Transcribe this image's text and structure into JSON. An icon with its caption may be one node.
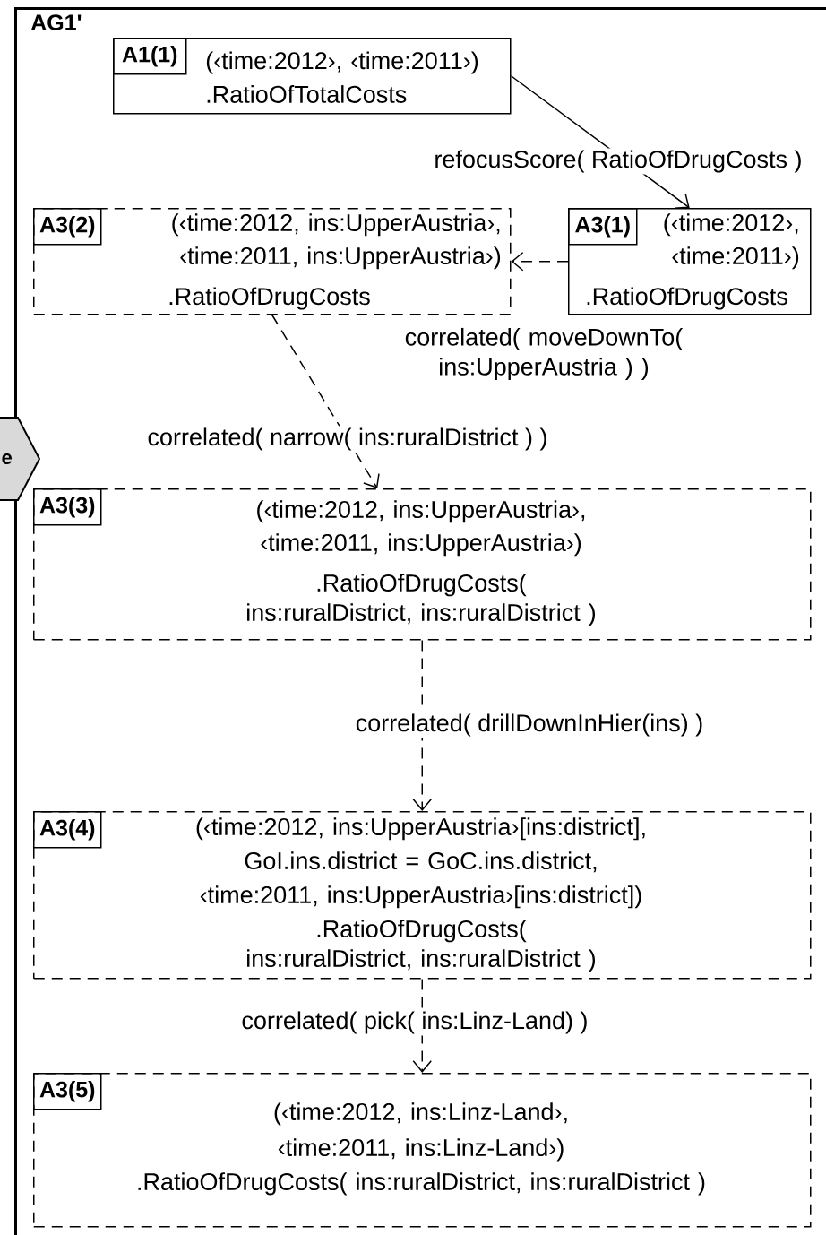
{
  "diagram": {
    "nodes": [
      {
        "text": [
          "AG1'"
        ]
      },
      {
        "text": [
          "A1(1)",
          "(‹time:2012›, ‹time:2011›)",
          ".RatioOfTotalCosts"
        ],
        "in": 0
      },
      {
        "text": [
          "A3(2)",
          "(‹time:2012, ins:UpperAustria›, ‹time:2011, ins:UpperAustria›)",
          ".RatioOfDrugCosts"
        ],
        "in": 0
      },
      {
        "text": [
          "A3(1)",
          "(‹time:2012›, ‹time:2011›)",
          ".RatioOfDrugCosts"
        ],
        "in": 0
      },
      {
        "text": [
          "A3(3)",
          "(‹time:2012, ins:UpperAustria›, ‹time:2011, ins:UpperAustria›)",
          ".RatioOfDrugCosts( ins:ruralDistrict, ins:ruralDistrict )"
        ],
        "in": 0
      },
      {
        "text": [
          "A3(4)",
          "(‹time:2012, ins:UpperAustria›[ins:district], GoI.ins.district = GoC.ins.district, ‹time:2011, ins:UpperAustria›[ins:district])",
          ".RatioOfDrugCosts( ins:ruralDistrict, ins:ruralDistrict )"
        ],
        "in": 0
      },
      {
        "text": [
          "A3(5)",
          "(‹time:2012, ins:Linz-Land›, ‹time:2011, ins:Linz-Land›)",
          ".RatioOfDrugCosts( ins:ruralDistrict, ins:ruralDistrict )"
        ],
        "in": 0
      },
      {
        "text": [
          "e"
        ]
      }
    ],
    "edges": [
      {
        "from": 1,
        "to": 3,
        "arrow": "to",
        "label": "refocusScore( RatioOfDrugCosts )"
      },
      {
        "from": 3,
        "to": 2,
        "arrow": "to",
        "label": "correlated( moveDownTo( ins:UpperAustria ) )",
        "style": "dashed"
      },
      {
        "from": 2,
        "to": 4,
        "arrow": "to",
        "label": "correlated( narrow( ins:ruralDistrict ) )",
        "style": "dashed"
      },
      {
        "from": 4,
        "to": 5,
        "arrow": "to",
        "label": "correlated( drillDownInHier(ins) )",
        "style": "dashed"
      },
      {
        "from": 5,
        "to": 6,
        "arrow": "to",
        "label": "correlated( pick( ins:Linz-Land) )",
        "style": "dashed"
      }
    ]
  }
}
